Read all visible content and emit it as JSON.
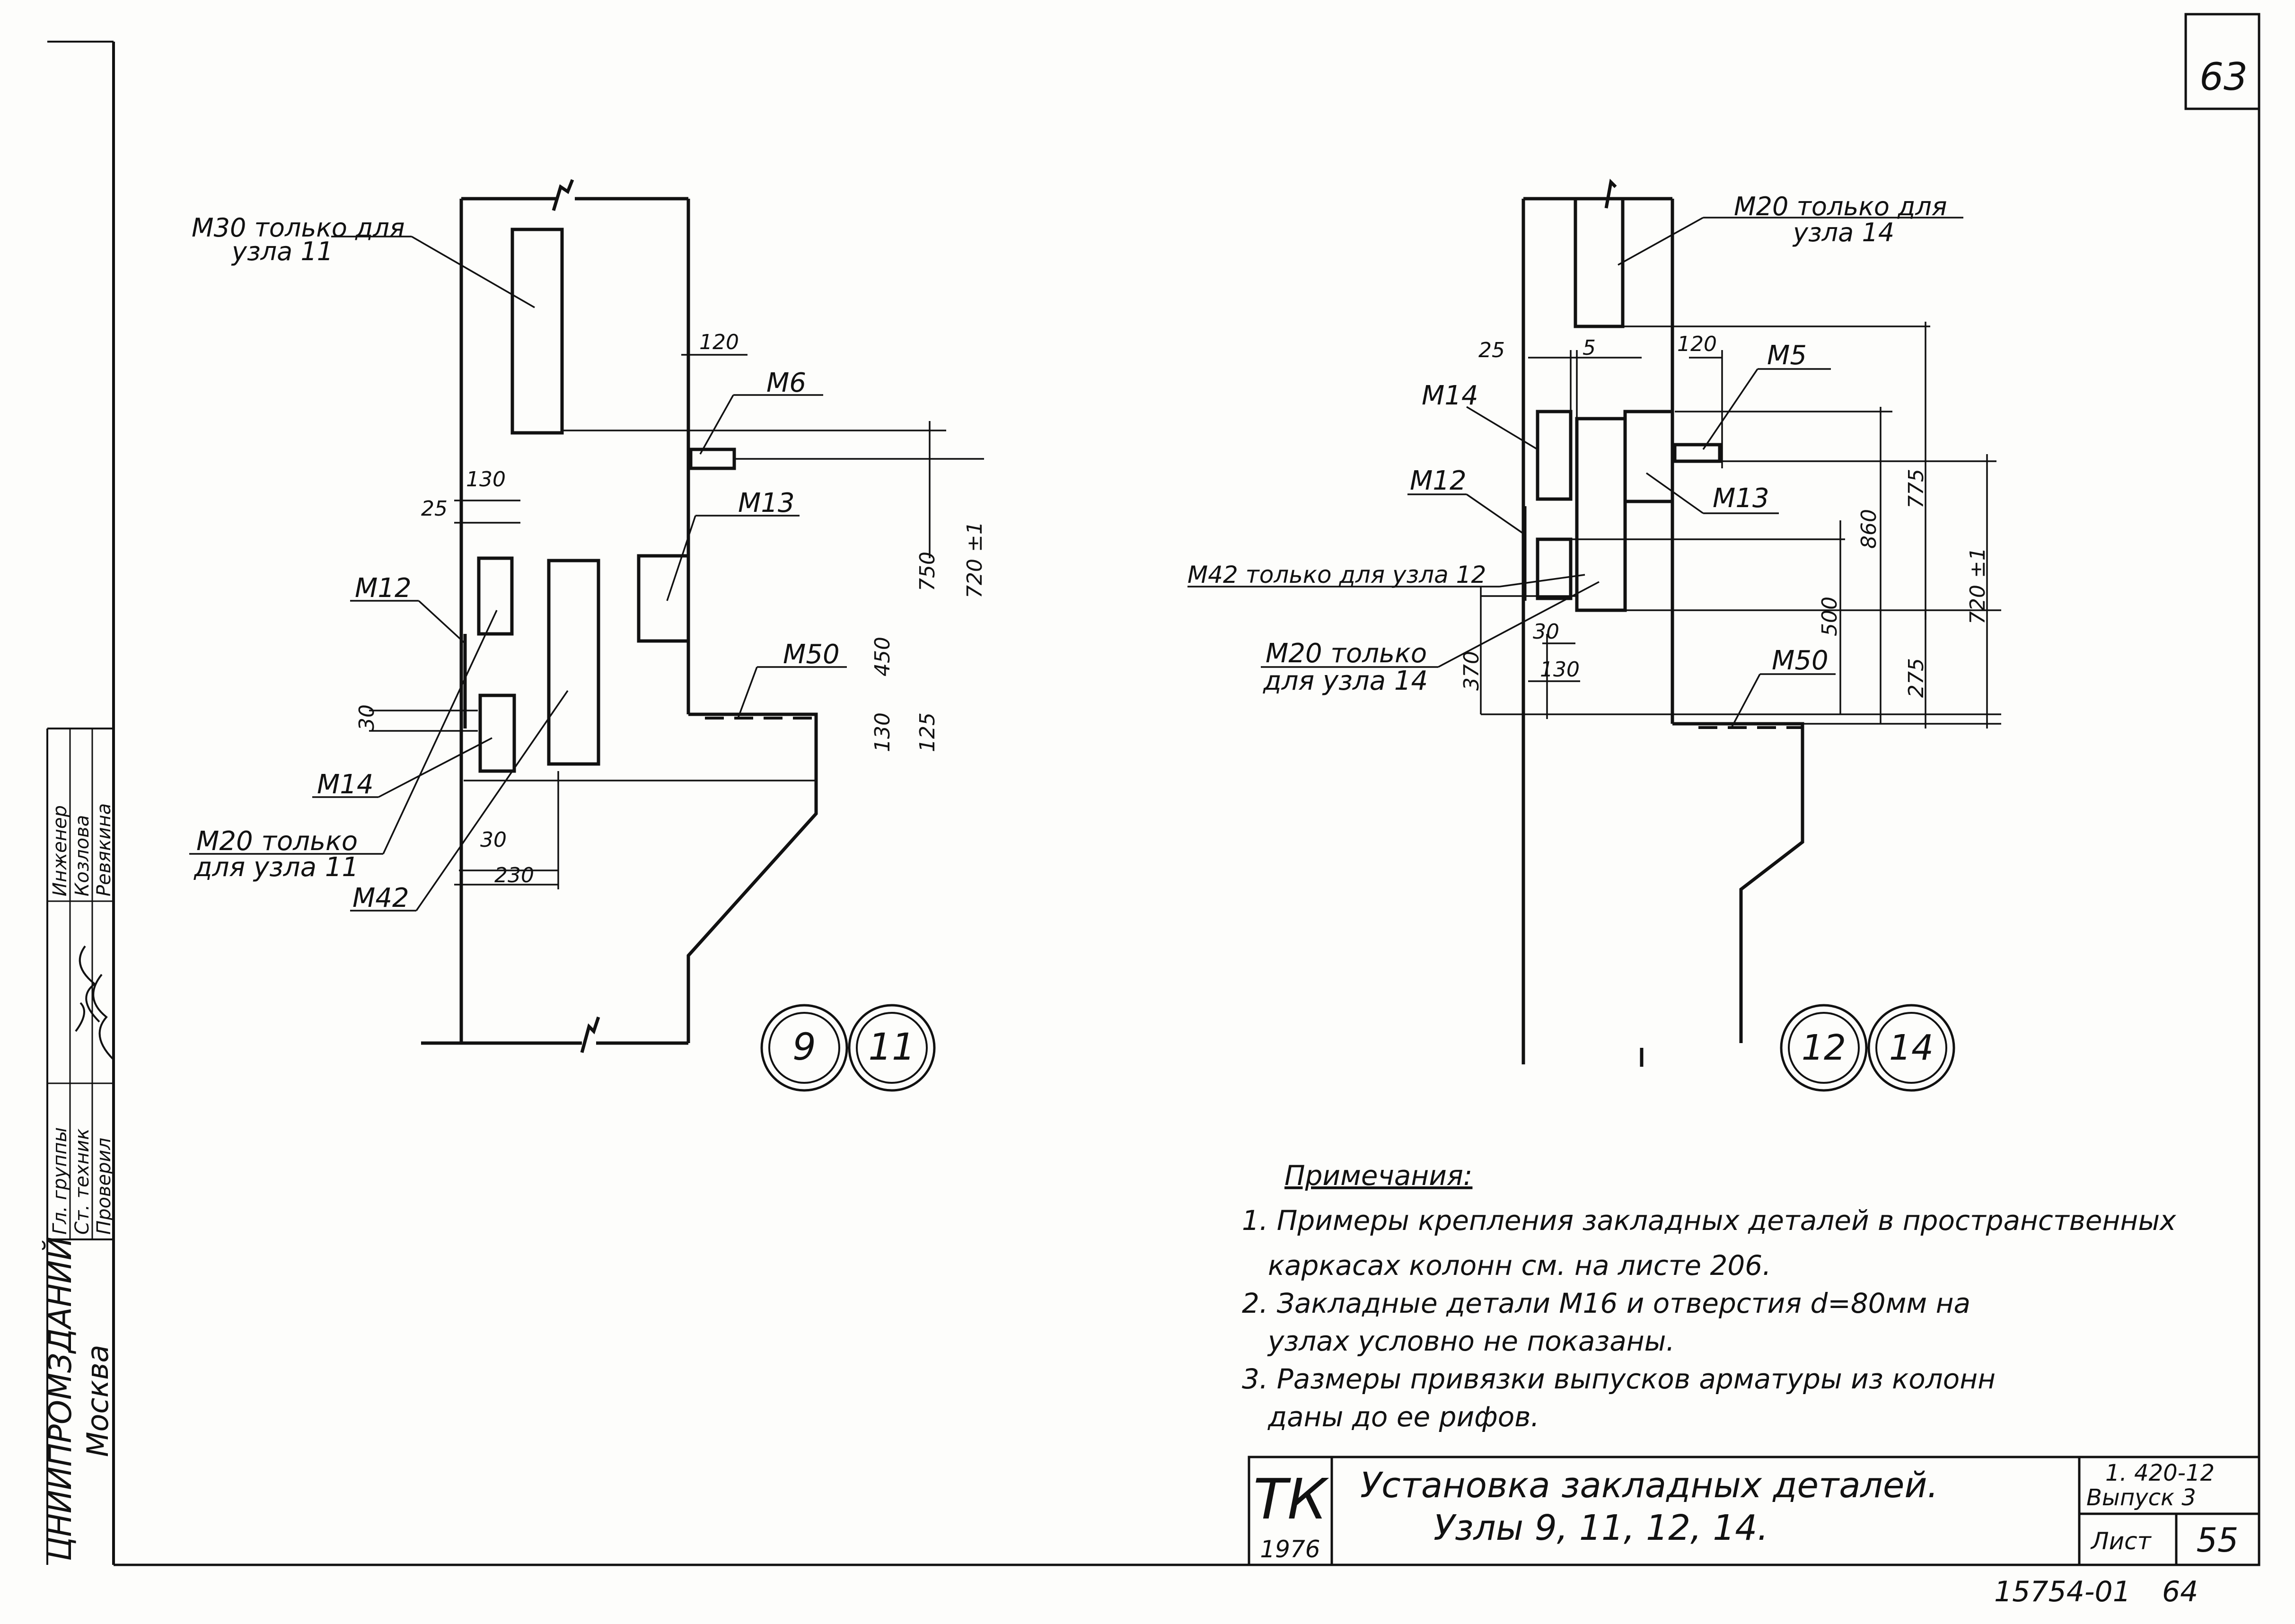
{
  "sheet_corner_number": "63",
  "node_9_11": {
    "labels": {
      "m30": "М30 только для",
      "m30b": "узла 11",
      "m6": "М6",
      "m13": "М13",
      "m50": "М50",
      "m12": "М12",
      "m14": "М14",
      "m20": "М20 только",
      "m20b": "для узла 11",
      "m42": "М42"
    },
    "dims": {
      "d120": "120",
      "d130": "130",
      "d25": "25",
      "d30a": "30",
      "d30b": "30",
      "d230": "230",
      "d750": "750",
      "d720": "720 ±1",
      "d450": "450",
      "d130v": "130",
      "d125": "125"
    },
    "badges": [
      "9",
      "11"
    ]
  },
  "node_12_14": {
    "labels": {
      "m20": "М20 только для",
      "m20b": "узла 14",
      "m14": "М14",
      "m5": "М5",
      "m12": "М12",
      "m13": "М13",
      "m42": "М42 только для узла 12",
      "m20c": "М20 только",
      "m20d": "для узла 14",
      "m50": "М50"
    },
    "dims": {
      "d25": "25",
      "d5": "5",
      "d120": "120",
      "d30": "30",
      "d130": "130",
      "d370": "370",
      "d775": "775",
      "d860": "860",
      "d500": "500",
      "d720": "720 ±1",
      "d275": "275"
    },
    "badges": [
      "12",
      "14"
    ]
  },
  "notes": {
    "title": "Примечания:",
    "items": [
      "1. Примеры крепления закладных деталей в пространственных",
      "каркасах колонн см. на листе 206.",
      "2. Закладные детали М16 и отверстия d=80мм на",
      "узлах условно не показаны.",
      "3. Размеры привязки выпусков арматуры из колонн",
      "даны до ее рифов."
    ]
  },
  "title_block": {
    "org": "ТК",
    "year": "1976",
    "title_line1": "Установка закладных деталей.",
    "title_line2": "Узлы 9, 11, 12, 14.",
    "series": "1. 420-12",
    "issue": "Выпуск 3",
    "sheet_label": "Лист",
    "sheet_number": "55"
  },
  "side_stamp": {
    "institute": "ЦНИИПРОМЗДАНИЙ",
    "city": "Москва",
    "roles": [
      "Гл. группы",
      "Ст. техник",
      "Проверил"
    ],
    "names": [
      "Инженер",
      "Козлова",
      "Ревякина"
    ]
  },
  "bottom_code": "15754-01",
  "bottom_page": "64"
}
